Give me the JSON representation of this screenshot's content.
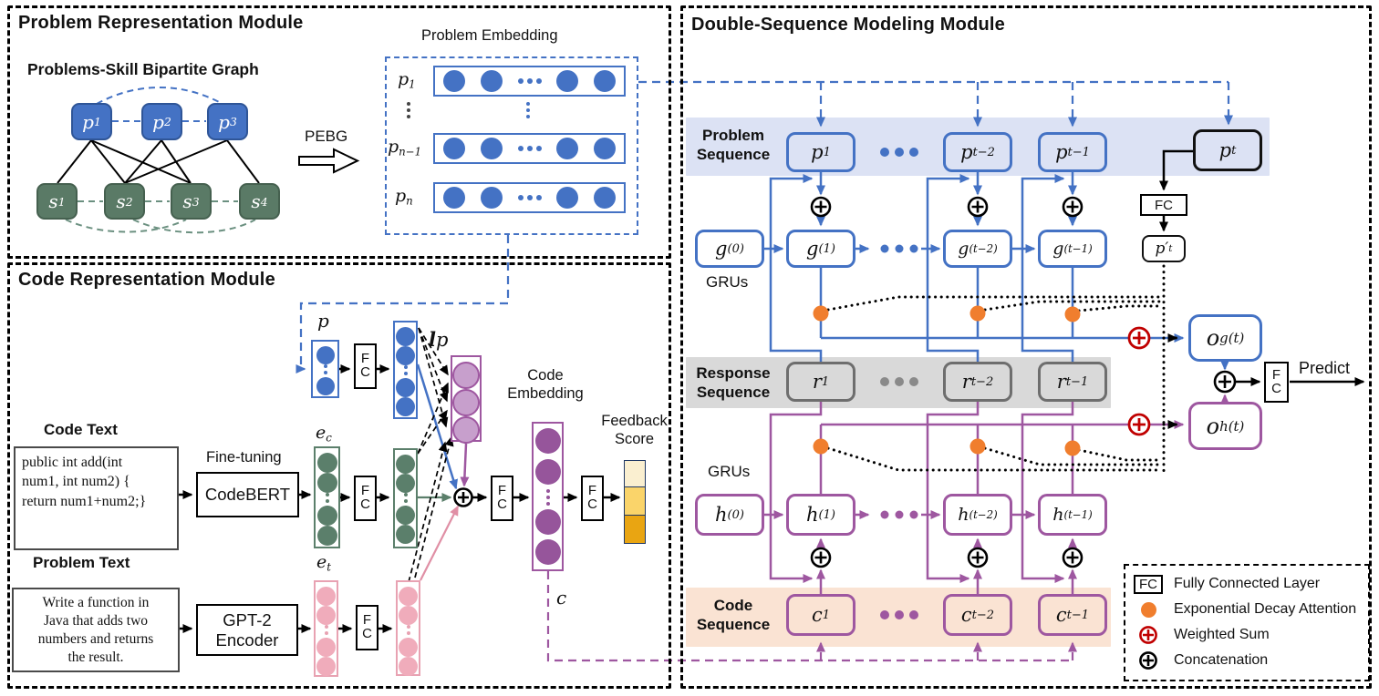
{
  "colors": {
    "blue": "#4472C4",
    "green_node": "#5A7A66",
    "green_circle": "#5B7F6B",
    "purple": "#9E57A0",
    "embedding_circle": "#96559B",
    "lp_circle": "#C79FCC",
    "pink_circle": "#F0ACBB",
    "orange_attention": "#F07E2E",
    "red_weighted_sum": "#C00000",
    "band_problem": "#DCE2F4",
    "band_response": "#D9D9D9",
    "band_code": "#FAE3D3",
    "feedback_cells": [
      "#FAEFD0",
      "#FAD46A",
      "#E9A512"
    ]
  },
  "problem_module": {
    "title": "Problem Representation Module",
    "graph": {
      "title": "Problems-Skill Bipartite Graph",
      "p_nodes": [
        {
          "b": "p",
          "sub": "1"
        },
        {
          "b": "p",
          "sub": "2"
        },
        {
          "b": "p",
          "sub": "3"
        }
      ],
      "s_nodes": [
        {
          "b": "s",
          "sub": "1"
        },
        {
          "b": "s",
          "sub": "2"
        },
        {
          "b": "s",
          "sub": "3"
        },
        {
          "b": "s",
          "sub": "4"
        }
      ]
    },
    "pebg_label": "PEBG",
    "embedding": {
      "title": "Problem Embedding",
      "rows": [
        {
          "b": "p",
          "sub": "1"
        },
        {
          "b": "p",
          "sub": "n−1"
        },
        {
          "b": "p",
          "sub": "n"
        }
      ]
    }
  },
  "code_module": {
    "title": "Code Representation Module",
    "code_text": {
      "label": "Code Text",
      "lines": [
        "public int add(int",
        "num1, int num2) {",
        "return num1+num2;}"
      ]
    },
    "fine_tuning": "Fine-tuning",
    "codebert": "CodeBERT",
    "problem_text": {
      "label": "Problem Text",
      "lines": [
        "Write a function in",
        "Java that adds two",
        "numbers and returns",
        "the result."
      ]
    },
    "gpt2": [
      "GPT-2",
      "Encoder"
    ],
    "labels": {
      "p": {
        "b": "p"
      },
      "ec": {
        "b": "e",
        "sub": "c"
      },
      "et": {
        "b": "e",
        "sub": "t"
      },
      "lp": {
        "b": "l",
        "b2": "p"
      },
      "c": {
        "b": "c"
      }
    },
    "fc": "FC",
    "code_embedding": [
      "Code",
      "Embedding"
    ],
    "feedback": [
      "Feedback",
      "Score"
    ]
  },
  "dsm": {
    "title": "Double-Sequence Modeling Module",
    "bands": {
      "problem": [
        "Problem",
        "Sequence"
      ],
      "response": [
        "Response",
        "Sequence"
      ],
      "code": [
        "Code",
        "Sequence"
      ]
    },
    "grus": "GRUs",
    "p_seq": [
      {
        "b": "p",
        "sub": "1"
      },
      {
        "b": "p",
        "sub": "t−2"
      },
      {
        "b": "p",
        "sub": "t−1"
      },
      {
        "b": "p",
        "sub": "t"
      }
    ],
    "g_seq": [
      {
        "b": "g",
        "sup": "(0)"
      },
      {
        "b": "g",
        "sup": "(1)"
      },
      {
        "b": "g",
        "sup": "(t−2)"
      },
      {
        "b": "g",
        "sup": "(t−1)"
      }
    ],
    "r_seq": [
      {
        "b": "r",
        "sub": "1"
      },
      {
        "b": "r",
        "sub": "t−2"
      },
      {
        "b": "r",
        "sub": "t−1"
      }
    ],
    "h_seq": [
      {
        "b": "h",
        "sup": "(0)"
      },
      {
        "b": "h",
        "sup": "(1)"
      },
      {
        "b": "h",
        "sup": "(t−2)"
      },
      {
        "b": "h",
        "sup": "(t−1)"
      }
    ],
    "c_seq": [
      {
        "b": "c",
        "sub": "1"
      },
      {
        "b": "c",
        "sub": "t−2"
      },
      {
        "b": "c",
        "sub": "t−1"
      }
    ],
    "fc": "FC",
    "pt_prime": {
      "b": "p′",
      "sub": "t"
    },
    "og": {
      "b": "o",
      "sub": "g",
      "sup": "(t)"
    },
    "oh": {
      "b": "o",
      "sub": "h",
      "sup": "(t)"
    },
    "predict": "Predict"
  },
  "legend": {
    "fc_icon": "FC",
    "items": [
      "Fully Connected Layer",
      "Exponential Decay Attention",
      "Weighted Sum",
      "Concatenation"
    ]
  }
}
